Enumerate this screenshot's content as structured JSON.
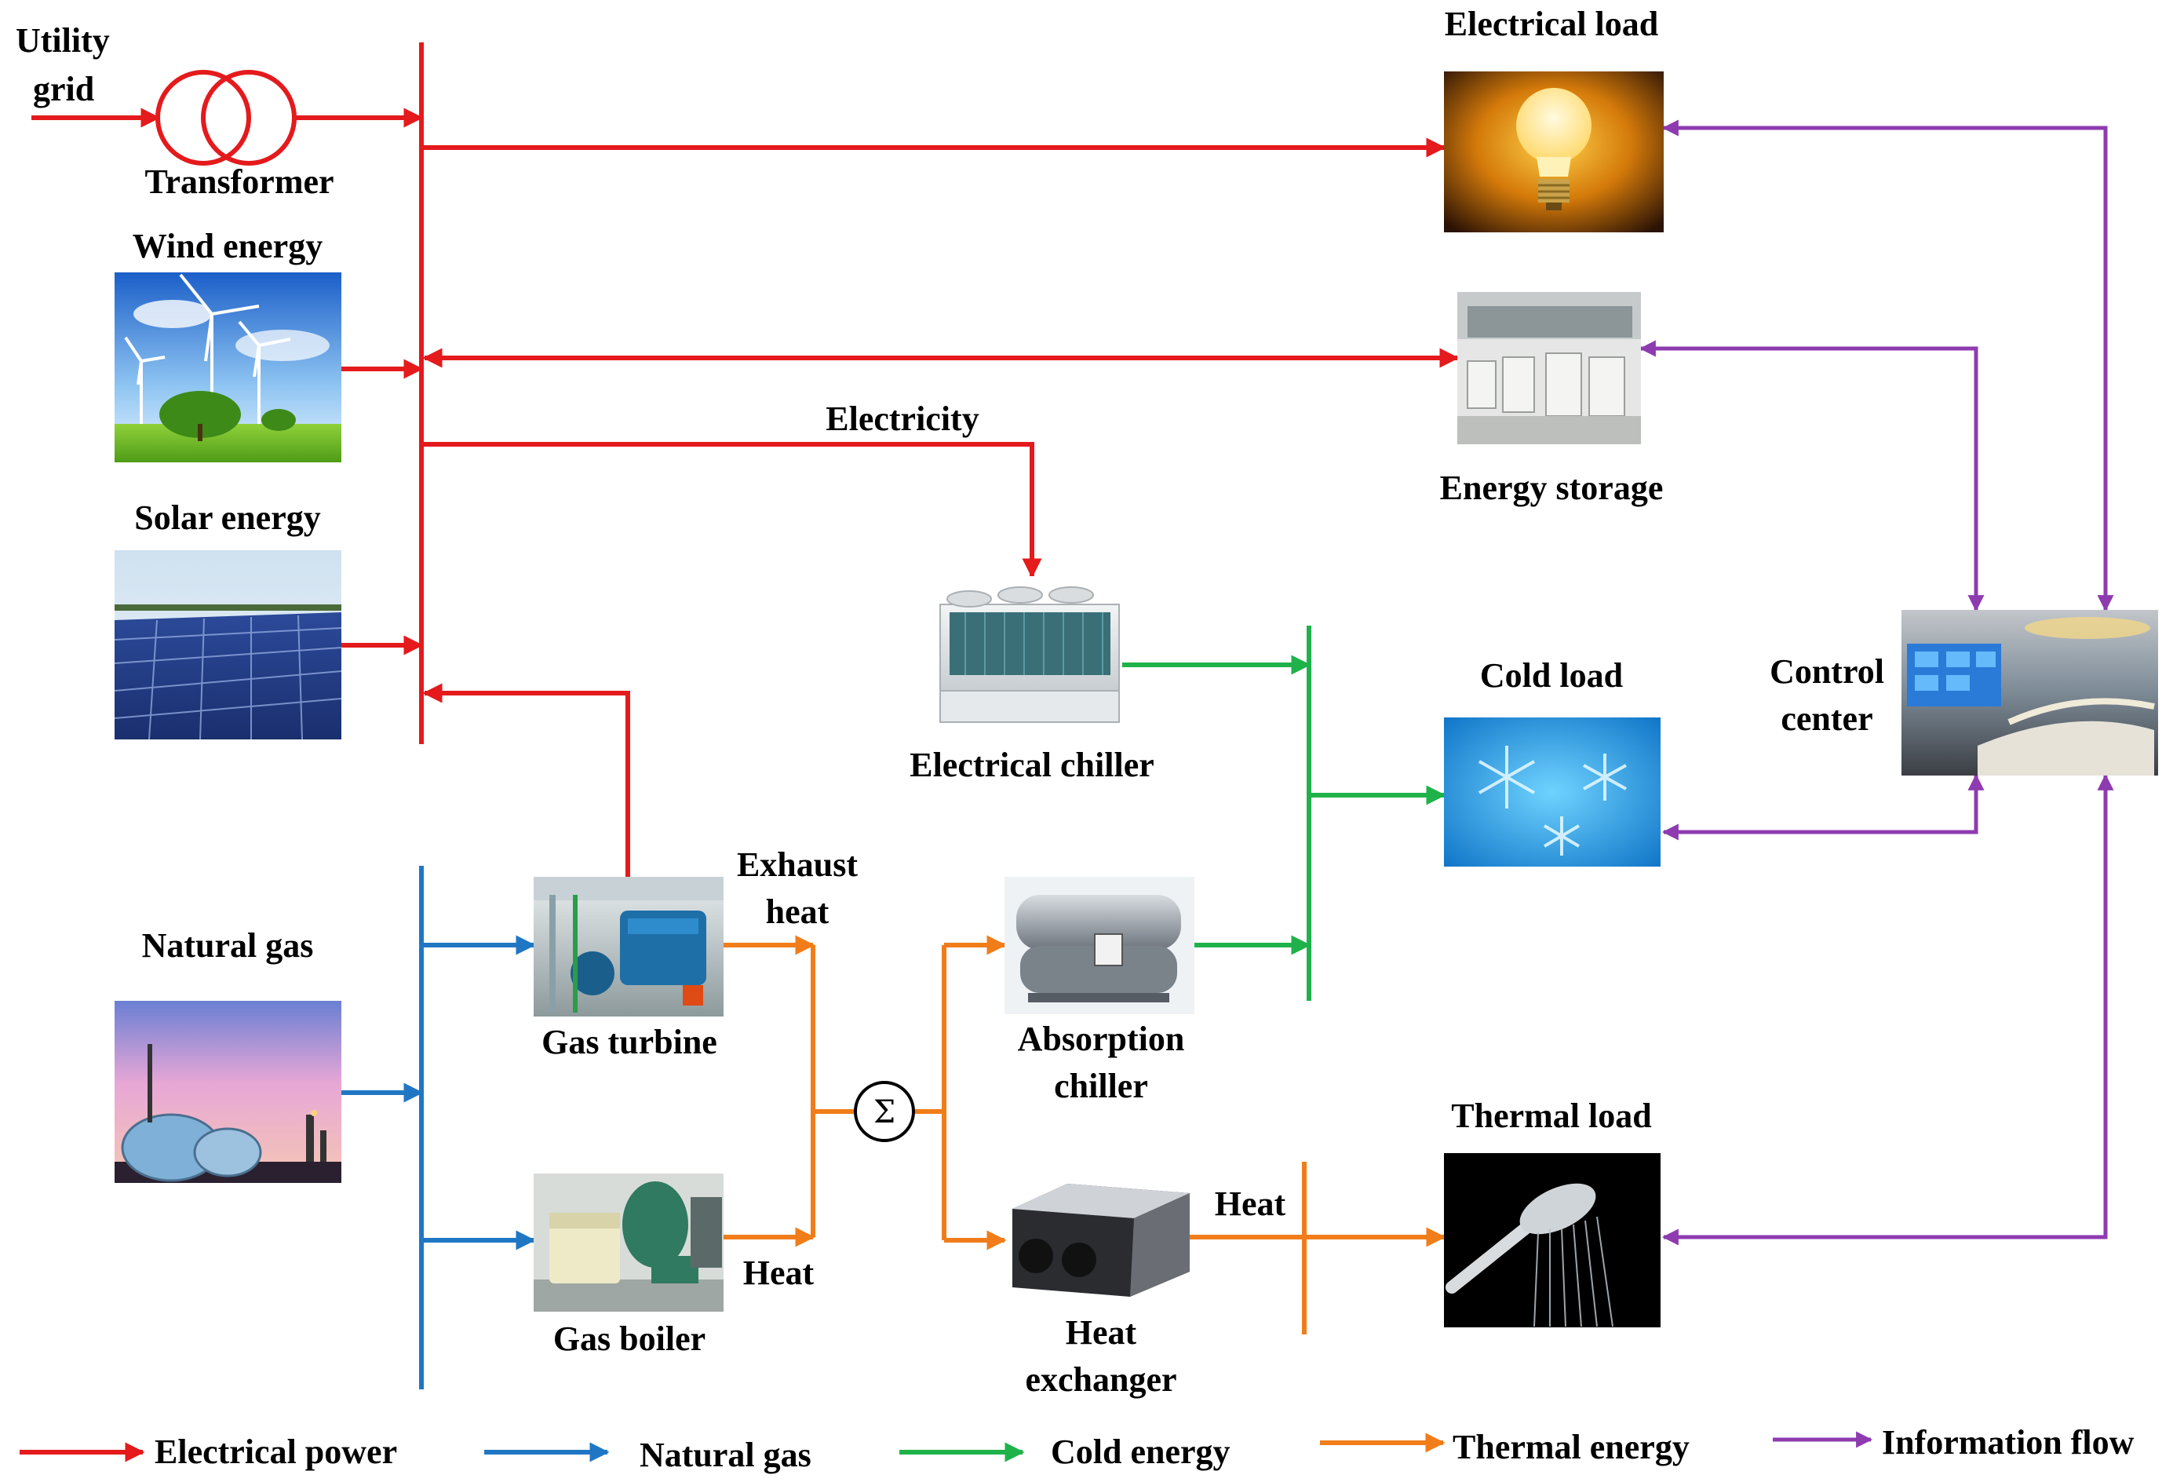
{
  "labels": {
    "utility_grid_line1": "Utility",
    "utility_grid_line2": "grid",
    "transformer": "Transformer",
    "wind_energy": "Wind energy",
    "solar_energy": "Solar energy",
    "natural_gas": "Natural gas",
    "electricity": "Electricity",
    "electrical_load": "Electrical load",
    "energy_storage": "Energy storage",
    "electrical_chiller": "Electrical chiller",
    "cold_load": "Cold load",
    "control_center_line1": "Control",
    "control_center_line2": "center",
    "exhaust_heat_line1": "Exhaust",
    "exhaust_heat_line2": "heat",
    "gas_turbine": "Gas turbine",
    "absorption_chiller_line1": "Absorption",
    "absorption_chiller_line2": "chiller",
    "gas_boiler": "Gas boiler",
    "heat_boiler": "Heat",
    "heat_exchanger_line1": "Heat",
    "heat_exchanger_line2": "exchanger",
    "heat_hx": "Heat",
    "thermal_load": "Thermal load",
    "sum_symbol": "Σ"
  },
  "legend": [
    {
      "label": "Electrical power",
      "color": "#e41a1c"
    },
    {
      "label": "Natural gas",
      "color": "#1f77c4"
    },
    {
      "label": "Cold energy",
      "color": "#1fb24a"
    },
    {
      "label": "Thermal energy",
      "color": "#f07d1a"
    },
    {
      "label": "Information flow",
      "color": "#8e3bb0"
    }
  ],
  "colors": {
    "electrical": "#e41a1c",
    "gas": "#1f77c4",
    "cold": "#1fb24a",
    "thermal": "#f07d1a",
    "info": "#8e3bb0"
  },
  "icons": [
    "wind-turbines-photo",
    "solar-panels-photo",
    "gas-plant-photo",
    "gas-turbine-photo",
    "gas-boiler-photo",
    "electrical-chiller-photo",
    "absorption-chiller-photo",
    "heat-exchanger-photo",
    "light-bulb-photo",
    "energy-storage-photo",
    "snowflake-photo",
    "shower-photo",
    "control-room-photo",
    "transformer-icon"
  ]
}
